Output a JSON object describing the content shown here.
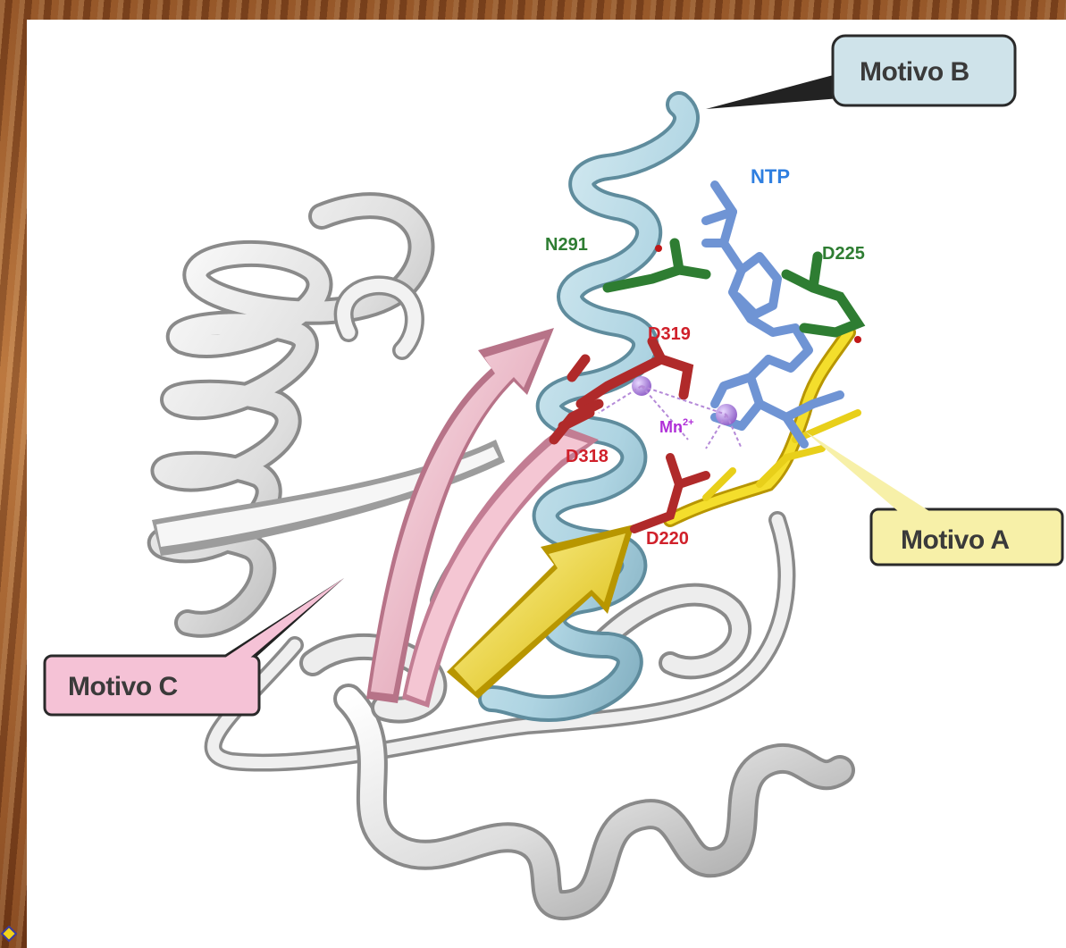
{
  "labels": {
    "motif_b": "Motivo B",
    "motif_a": "Motivo A",
    "motif_c": "Motivo C",
    "ntp": "NTP",
    "n291": "N291",
    "d225": "D225",
    "d319": "D319",
    "mn": "Mn",
    "mn_sup": "2+",
    "d318": "D318",
    "d220": "D220"
  },
  "colors": {
    "motif_b": "#b9dbe6",
    "motif_a": "#f2dc2a",
    "motif_c": "#f2bccb",
    "ribbon": "#e4e4e4",
    "ntp": "#6f94d4",
    "residue_green": "#2e7d32",
    "residue_red": "#c0282d",
    "metal": "#a070d6",
    "label_blue": "#2f7fe0",
    "label_green": "#2e7d32",
    "label_red": "#d0202a",
    "label_purple": "#b030d8"
  }
}
